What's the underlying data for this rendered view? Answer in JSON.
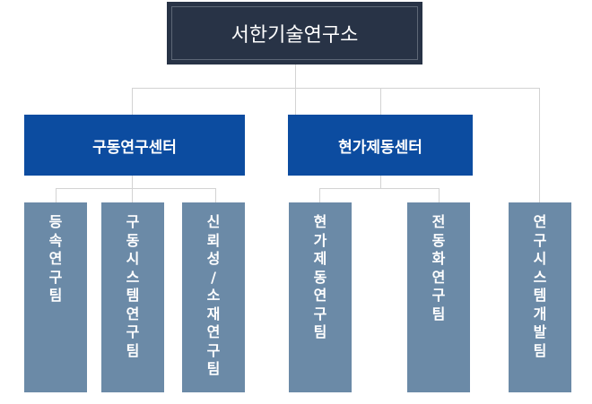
{
  "org": {
    "title": "서한기술연구소",
    "centers": [
      {
        "name": "구동연구센터",
        "teams": [
          "등속연구팀",
          "구동시스템연구팀",
          "신뢰성/소재연구팀"
        ]
      },
      {
        "name": "현가제동센터",
        "teams": [
          "현가제동연구팀",
          "전동화연구팀"
        ]
      }
    ],
    "direct_teams": [
      "연구시스템개발팀"
    ]
  },
  "colors": {
    "hq_bg": "#283346",
    "center_bg": "#0c4ca0",
    "team_bg": "#6b8aa7",
    "connector": "#d3d3d3",
    "text": "#ffffff"
  }
}
